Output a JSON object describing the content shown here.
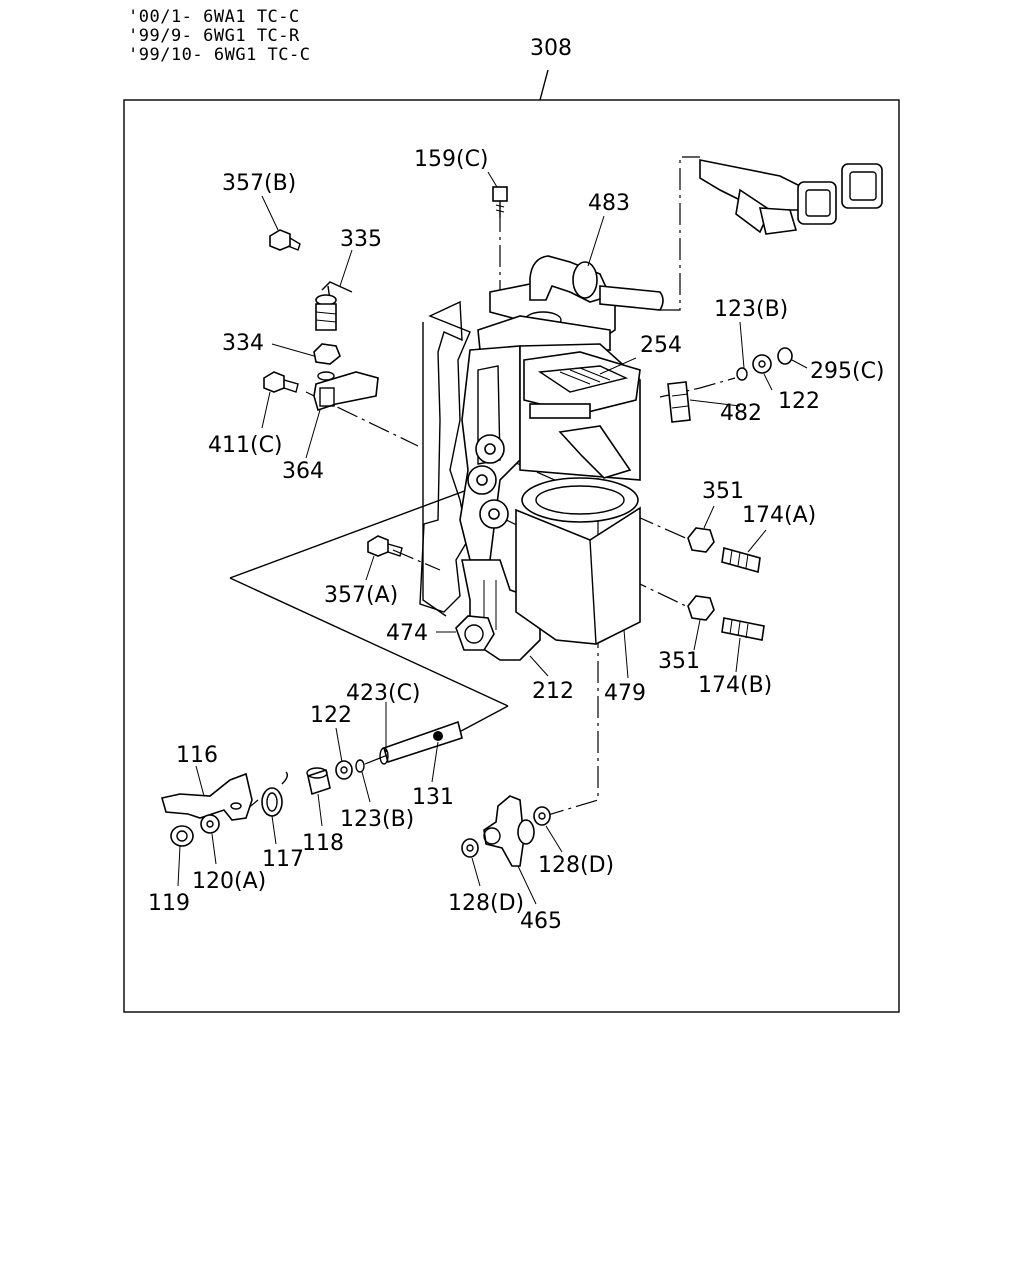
{
  "header": {
    "applicability": [
      "'00/1- 6WA1 TC-C",
      "'99/9- 6WG1 TC-R",
      "'99/10- 6WG1 TC-C"
    ]
  },
  "assembly": {
    "label": "308"
  },
  "callouts": {
    "c159C": "159(C)",
    "c483": "483",
    "c357B": "357(B)",
    "c335": "335",
    "c123B_top": "123(B)",
    "c334": "334",
    "c254": "254",
    "c295C": "295(C)",
    "c122_top": "122",
    "c482": "482",
    "c411C": "411(C)",
    "c364": "364",
    "c351_top": "351",
    "c174A": "174(A)",
    "c357A": "357(A)",
    "c474": "474",
    "c351_bot": "351",
    "c174B": "174(B)",
    "c212": "212",
    "c479": "479",
    "c423C": "423(C)",
    "c122_bot": "122",
    "c116": "116",
    "c131": "131",
    "c123B_bot": "123(B)",
    "c118": "118",
    "c117": "117",
    "c120A": "120(A)",
    "c119": "119",
    "c128D_right": "128(D)",
    "c128D_left": "128(D)",
    "c465": "465"
  }
}
